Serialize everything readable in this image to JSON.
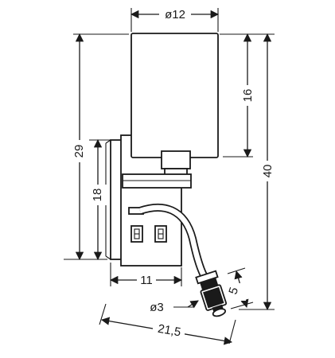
{
  "drawing": {
    "dimensions": {
      "shade_diameter": "ø12",
      "shade_height": "16",
      "total_height": "40",
      "base_height": "29",
      "backplate_height": "18",
      "backplate_width": "11",
      "reading_light_length": "5",
      "reading_light_diameter": "ø3",
      "total_depth": "21,5"
    }
  }
}
